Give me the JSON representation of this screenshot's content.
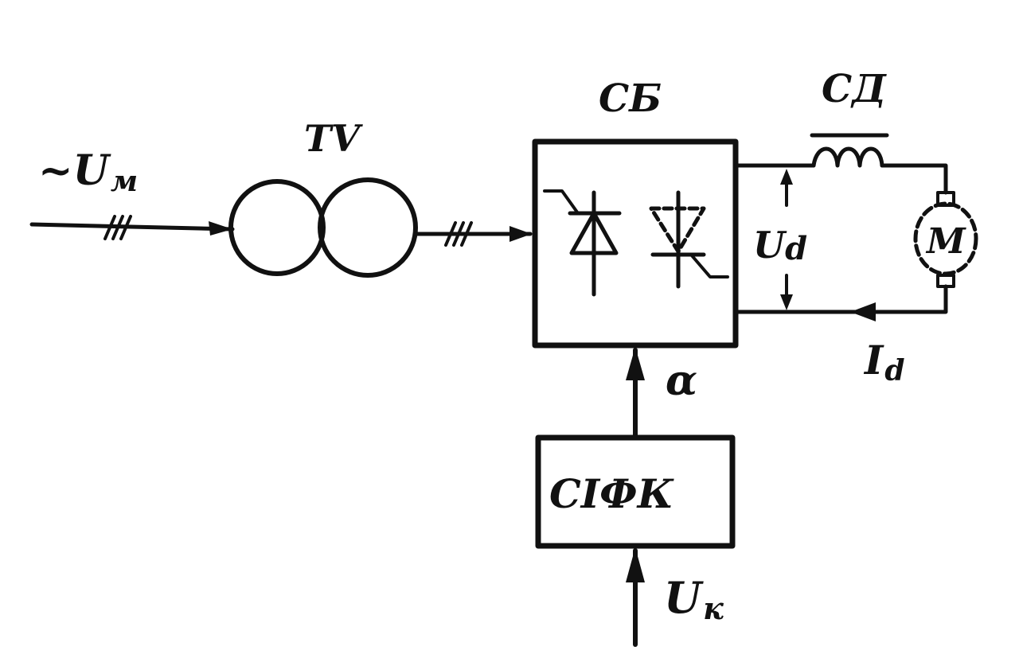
{
  "labels": {
    "input_voltage": "~U",
    "input_voltage_sub": "м",
    "transformer": "TV",
    "converter": "СБ",
    "choke": "СД",
    "motor": "M",
    "dc_voltage": "U",
    "dc_voltage_sub": "d",
    "dc_current": "I",
    "dc_current_sub": "d",
    "firing_angle": "α",
    "control_system": "СІФК",
    "control_voltage": "U",
    "control_voltage_sub": "к"
  },
  "colors": {
    "ink": "#111111",
    "background": "#ffffff"
  }
}
